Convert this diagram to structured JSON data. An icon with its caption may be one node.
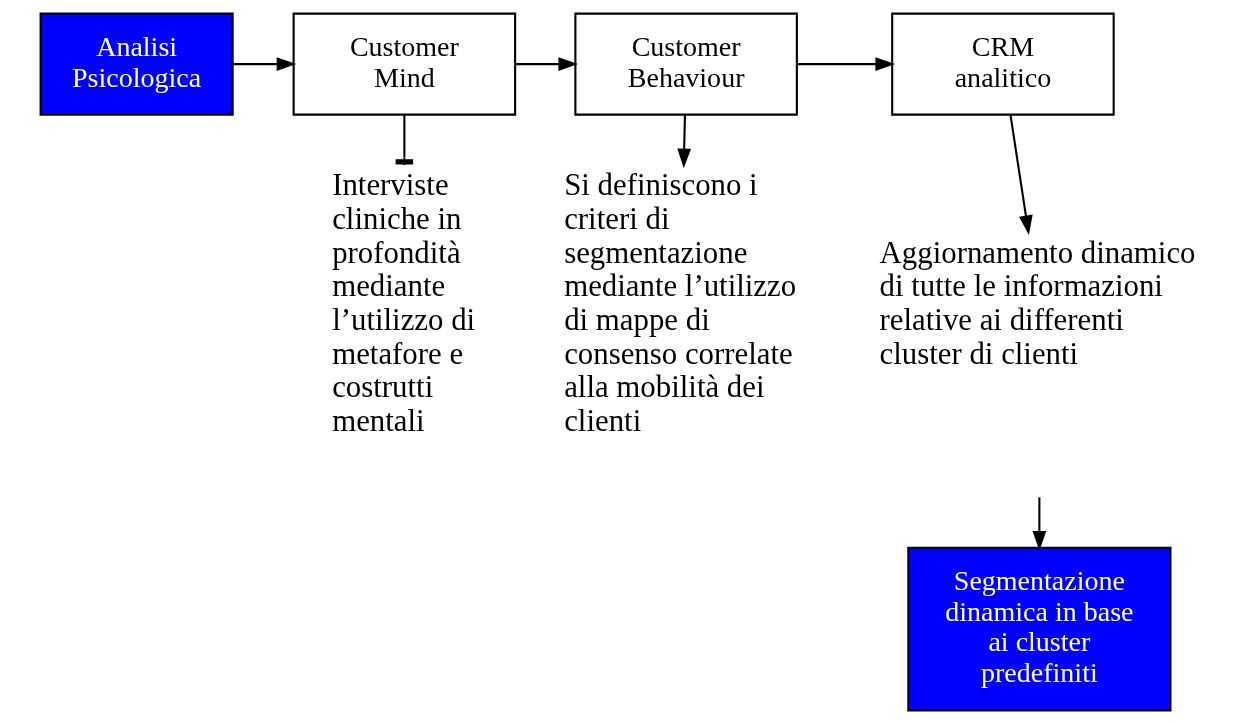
{
  "diagram": {
    "nodes": [
      {
        "text": [
          "Analisi Psicologica"
        ]
      },
      {
        "text": [
          "Customer Mind"
        ]
      },
      {
        "text": [
          "Customer Behaviour"
        ]
      },
      {
        "text": [
          "CRM analitico"
        ]
      },
      {
        "text": [
          "Interviste cliniche in profondità mediante l’utilizzo di metafore e costrutti mentali"
        ]
      },
      {
        "text": [
          "Si definiscono i criteri di segmentazione mediante l’utilizzo di mappe di consenso correlate alla mobilità dei clienti"
        ]
      },
      {
        "text": [
          "Aggiornamento dinamico di tutte le informazioni relative ai differenti cluster di clienti"
        ]
      },
      {
        "text": [
          "Segmentazione dinamica in base ai cluster predefiniti"
        ]
      }
    ],
    "edges": [
      {
        "from": 0,
        "to": 1,
        "arrow": "to"
      },
      {
        "from": 1,
        "to": 2,
        "arrow": "to"
      },
      {
        "from": 2,
        "to": 3,
        "arrow": "to"
      },
      {
        "from": 1,
        "to": 4,
        "arrow": "other"
      },
      {
        "from": 2,
        "to": 5,
        "arrow": "to"
      },
      {
        "from": 3,
        "to": 6,
        "arrow": "to"
      },
      {
        "from": null,
        "to": 7,
        "arrow": "to"
      }
    ]
  }
}
